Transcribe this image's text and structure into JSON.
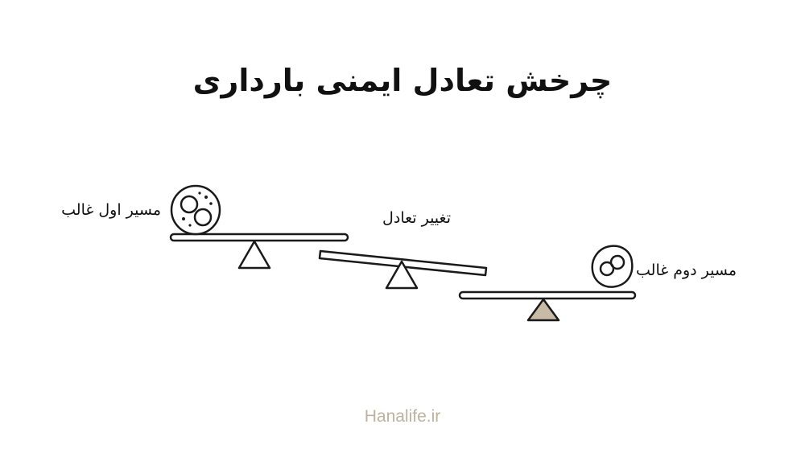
{
  "title": "چرخش تعادل ایمنی بارداری",
  "labels": {
    "first_path": "مسیر اول غالب",
    "balance_change": "تغییر تعادل",
    "second_path": "مسیر دوم غالب"
  },
  "footer": {
    "site": "Hanalife.ir"
  },
  "colors": {
    "text": "#111111",
    "stroke": "#1a1a1a",
    "accent_fulcrum": "#c8bba6",
    "footer_text": "#bdb29f",
    "background": "#ffffff"
  },
  "icons": {
    "first_path": "cell-cluster-icon",
    "second_path": "cell-pair-icon"
  }
}
